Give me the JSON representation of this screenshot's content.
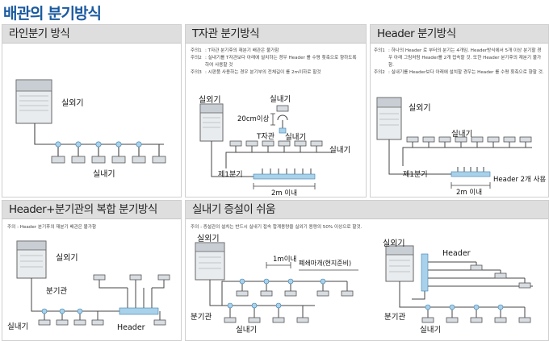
{
  "page_title": "배관의 분기방식",
  "panels": {
    "line": {
      "title": "라인분기 방식",
      "outdoor_label": "실외기",
      "indoor_label": "실내기"
    },
    "tjoint": {
      "title": "T자관 분기방식",
      "notes": [
        {
          "label": "주의1",
          "text": ": T자관 분기후의 재분기 배관은 불가함"
        },
        {
          "label": "주의2",
          "text": ": 실내기를 T자관보다 아래에 설치하는 경우 Header 를 수평 횟축으로 향하도록 하여 사용할 것"
        },
        {
          "label": "주의3",
          "text": ": 시판품 사용하는 경우 분기부의 전체길이 를 2m이하로 할것"
        }
      ],
      "outdoor_label": "실외기",
      "indoor_top_label": "실내기",
      "height_label": "20cm이상",
      "tjoint_label": "T자관",
      "indoor_mid_label": "실내기",
      "indoor_right_label": "실내기",
      "first_branch_label": "제1분기",
      "distance_label": "2m 이내"
    },
    "header": {
      "title": "Header 분기방식",
      "notes": [
        {
          "label": "주의1",
          "text": ": 하나의 Header 로 부터의 분기는 4개임. Header방식에서 5개 이상 분기할 경우 아래 그림처럼 Header를 2개 접속할 것. 또한 Header 분기후의 재분기 불가함."
        },
        {
          "label": "주의2",
          "text": ": 실내기를 Header보다 아래에 설치할 경우는 Header 를 수평 횟축으로 향할 것."
        }
      ],
      "outdoor_label": "실외기",
      "indoor_label": "실내기",
      "first_branch_label": "제1분기",
      "header_count_label": "Header 2개 사용",
      "distance_label": "2m 이내"
    },
    "combo": {
      "title": "Header+분기관의 복합 분기방식",
      "note": "주의 : Header 분기후의 재분기 배관은 불가함",
      "outdoor_label": "실외기",
      "branch_label": "분기관",
      "indoor_label": "실내기",
      "header_label": "Header"
    },
    "add": {
      "title": "실내기 증설이 쉬움",
      "note": "주의 : 증설관의 설치는 반드시 실내기 접속 합계용량을 실외기 용량의 50% 이상으로 할것.",
      "left": {
        "outdoor_label": "실외기",
        "within_label": "1m이내",
        "cap_label": "폐쇄마개(현지준비)",
        "branch_label": "분기관",
        "indoor_label": "실내기"
      },
      "right": {
        "outdoor_label": "실외기",
        "header_label": "Header",
        "branch_label": "분기관",
        "indoor_label": "실내기"
      }
    }
  }
}
